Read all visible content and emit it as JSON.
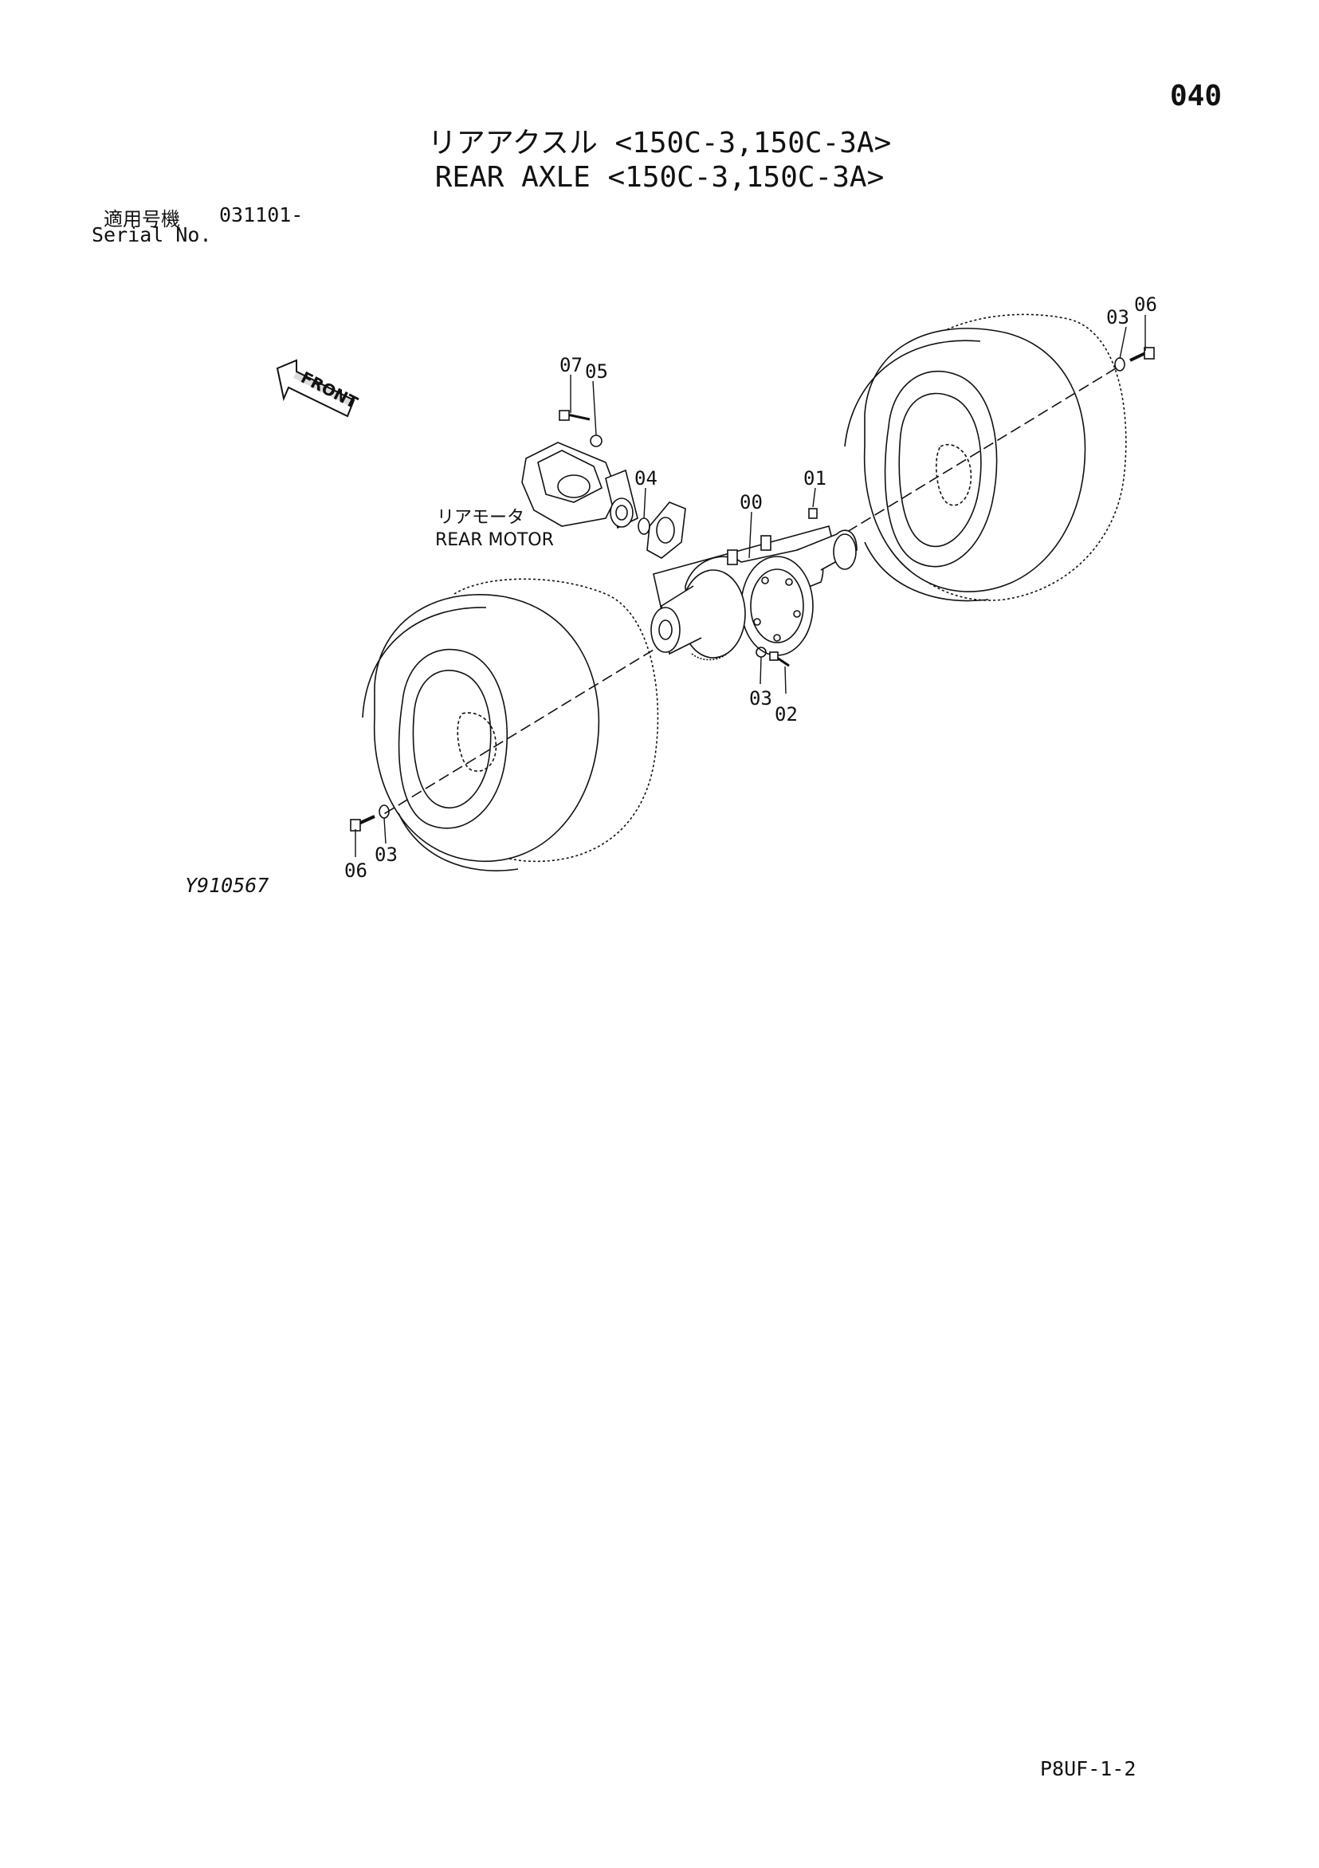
{
  "page_number": "040",
  "title_ja": "リアアクスル <150C-3,150C-3A>",
  "title_en": "REAR AXLE <150C-3,150C-3A>",
  "serial": {
    "label_ja": "適用号機",
    "value": "031101-",
    "label_en": "Serial No."
  },
  "front_label": "FRONT",
  "rear_motor": {
    "label_ja": "リアモータ",
    "label_en": "REAR MOTOR"
  },
  "callouts": {
    "c00": "00",
    "c01": "01",
    "c02": "02",
    "c03_right": "03",
    "c03_center": "03",
    "c03_left": "03",
    "c04": "04",
    "c05": "05",
    "c06_right": "06",
    "c06_left": "06",
    "c07": "07"
  },
  "figure_id": "Y910567",
  "sheet_code": "P8UF-1-2"
}
